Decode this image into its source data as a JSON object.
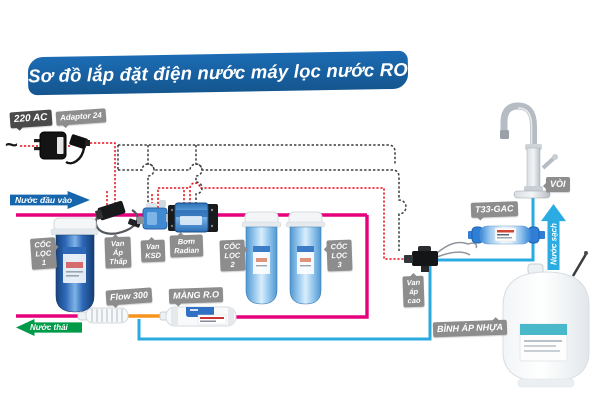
{
  "title": "Sơ đồ lắp đặt điện nước máy lọc nước RO",
  "colors": {
    "banner_blue": "#1863ae",
    "raw_water_pipe_magenta": "#e6007e",
    "clean_water_pipe_cyan": "#29abe2",
    "restrictor_pipe_orange": "#f7941d",
    "wire_red": "#e8111c",
    "wire_black": "#3c3c3c",
    "waste_arrow_green": "#009b48",
    "input_arrow_blue": "#1566ad",
    "badge_gray": "#8d8d8d",
    "badge_dark": "#4a4a4a"
  },
  "power": {
    "ac_badge": "220 AC",
    "ac_symbol": "~",
    "adaptor_badge": "Adaptor 24"
  },
  "arrows": {
    "input": "Nước đầu vào",
    "waste": "Nước thải",
    "clean": "Nước sạch"
  },
  "badges": {
    "filter1": "CỐC\nLỌC\n1",
    "lp_valve": "Van\nÁp\nThấp",
    "ksd_valve": "Van\nKSD",
    "pump": "Bơm\nRadian",
    "filter2": "CỐC\nLỌC\n2",
    "filter3": "CỐC\nLỌC\n3",
    "flow_restrictor": "Flow 300",
    "membrane": "MÀNG R.O",
    "t33": "T33-GAC",
    "faucet": "VÒI",
    "hp_valve": "Van\náp\ncao",
    "tank": "BÌNH ÁP NHỰA"
  }
}
